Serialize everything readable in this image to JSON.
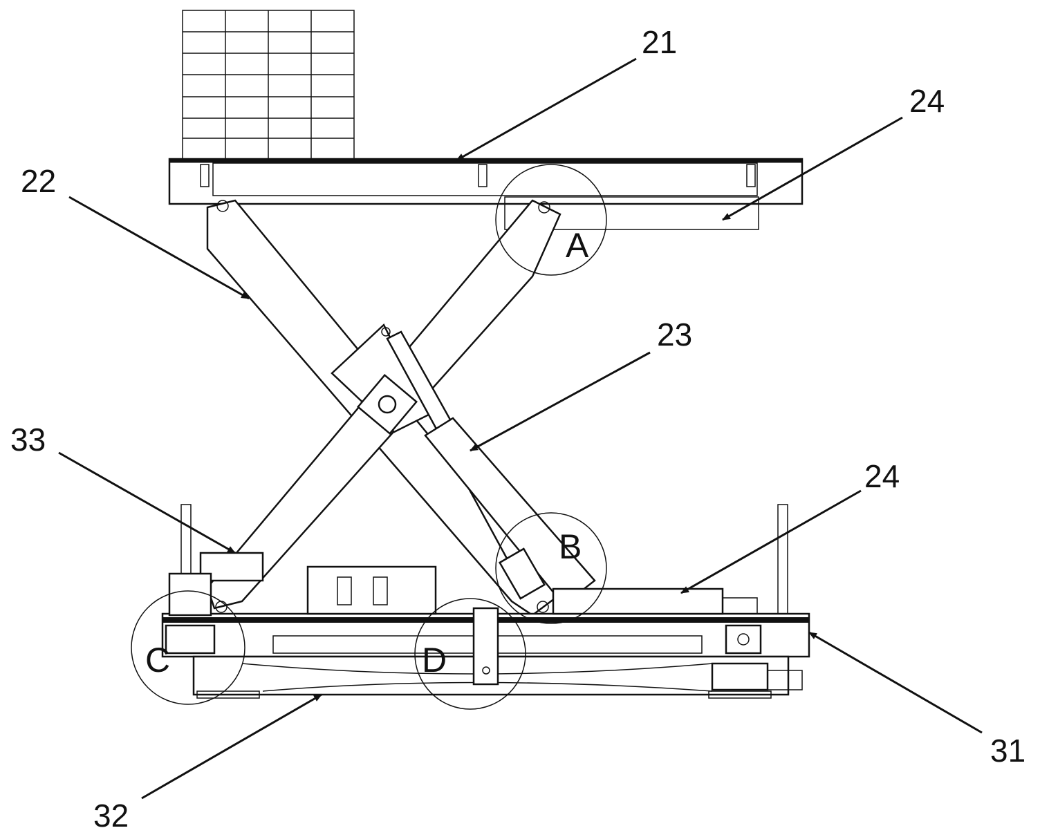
{
  "figure": {
    "labels": {
      "platform": "21",
      "arm": "22",
      "cylinder": "23",
      "guide_top": "24",
      "guide_bottom": "24",
      "base_frame": "31",
      "base_plate": "32",
      "motor": "33"
    },
    "detail_views": {
      "a": "A",
      "b": "B",
      "c": "C",
      "d": "D"
    }
  }
}
